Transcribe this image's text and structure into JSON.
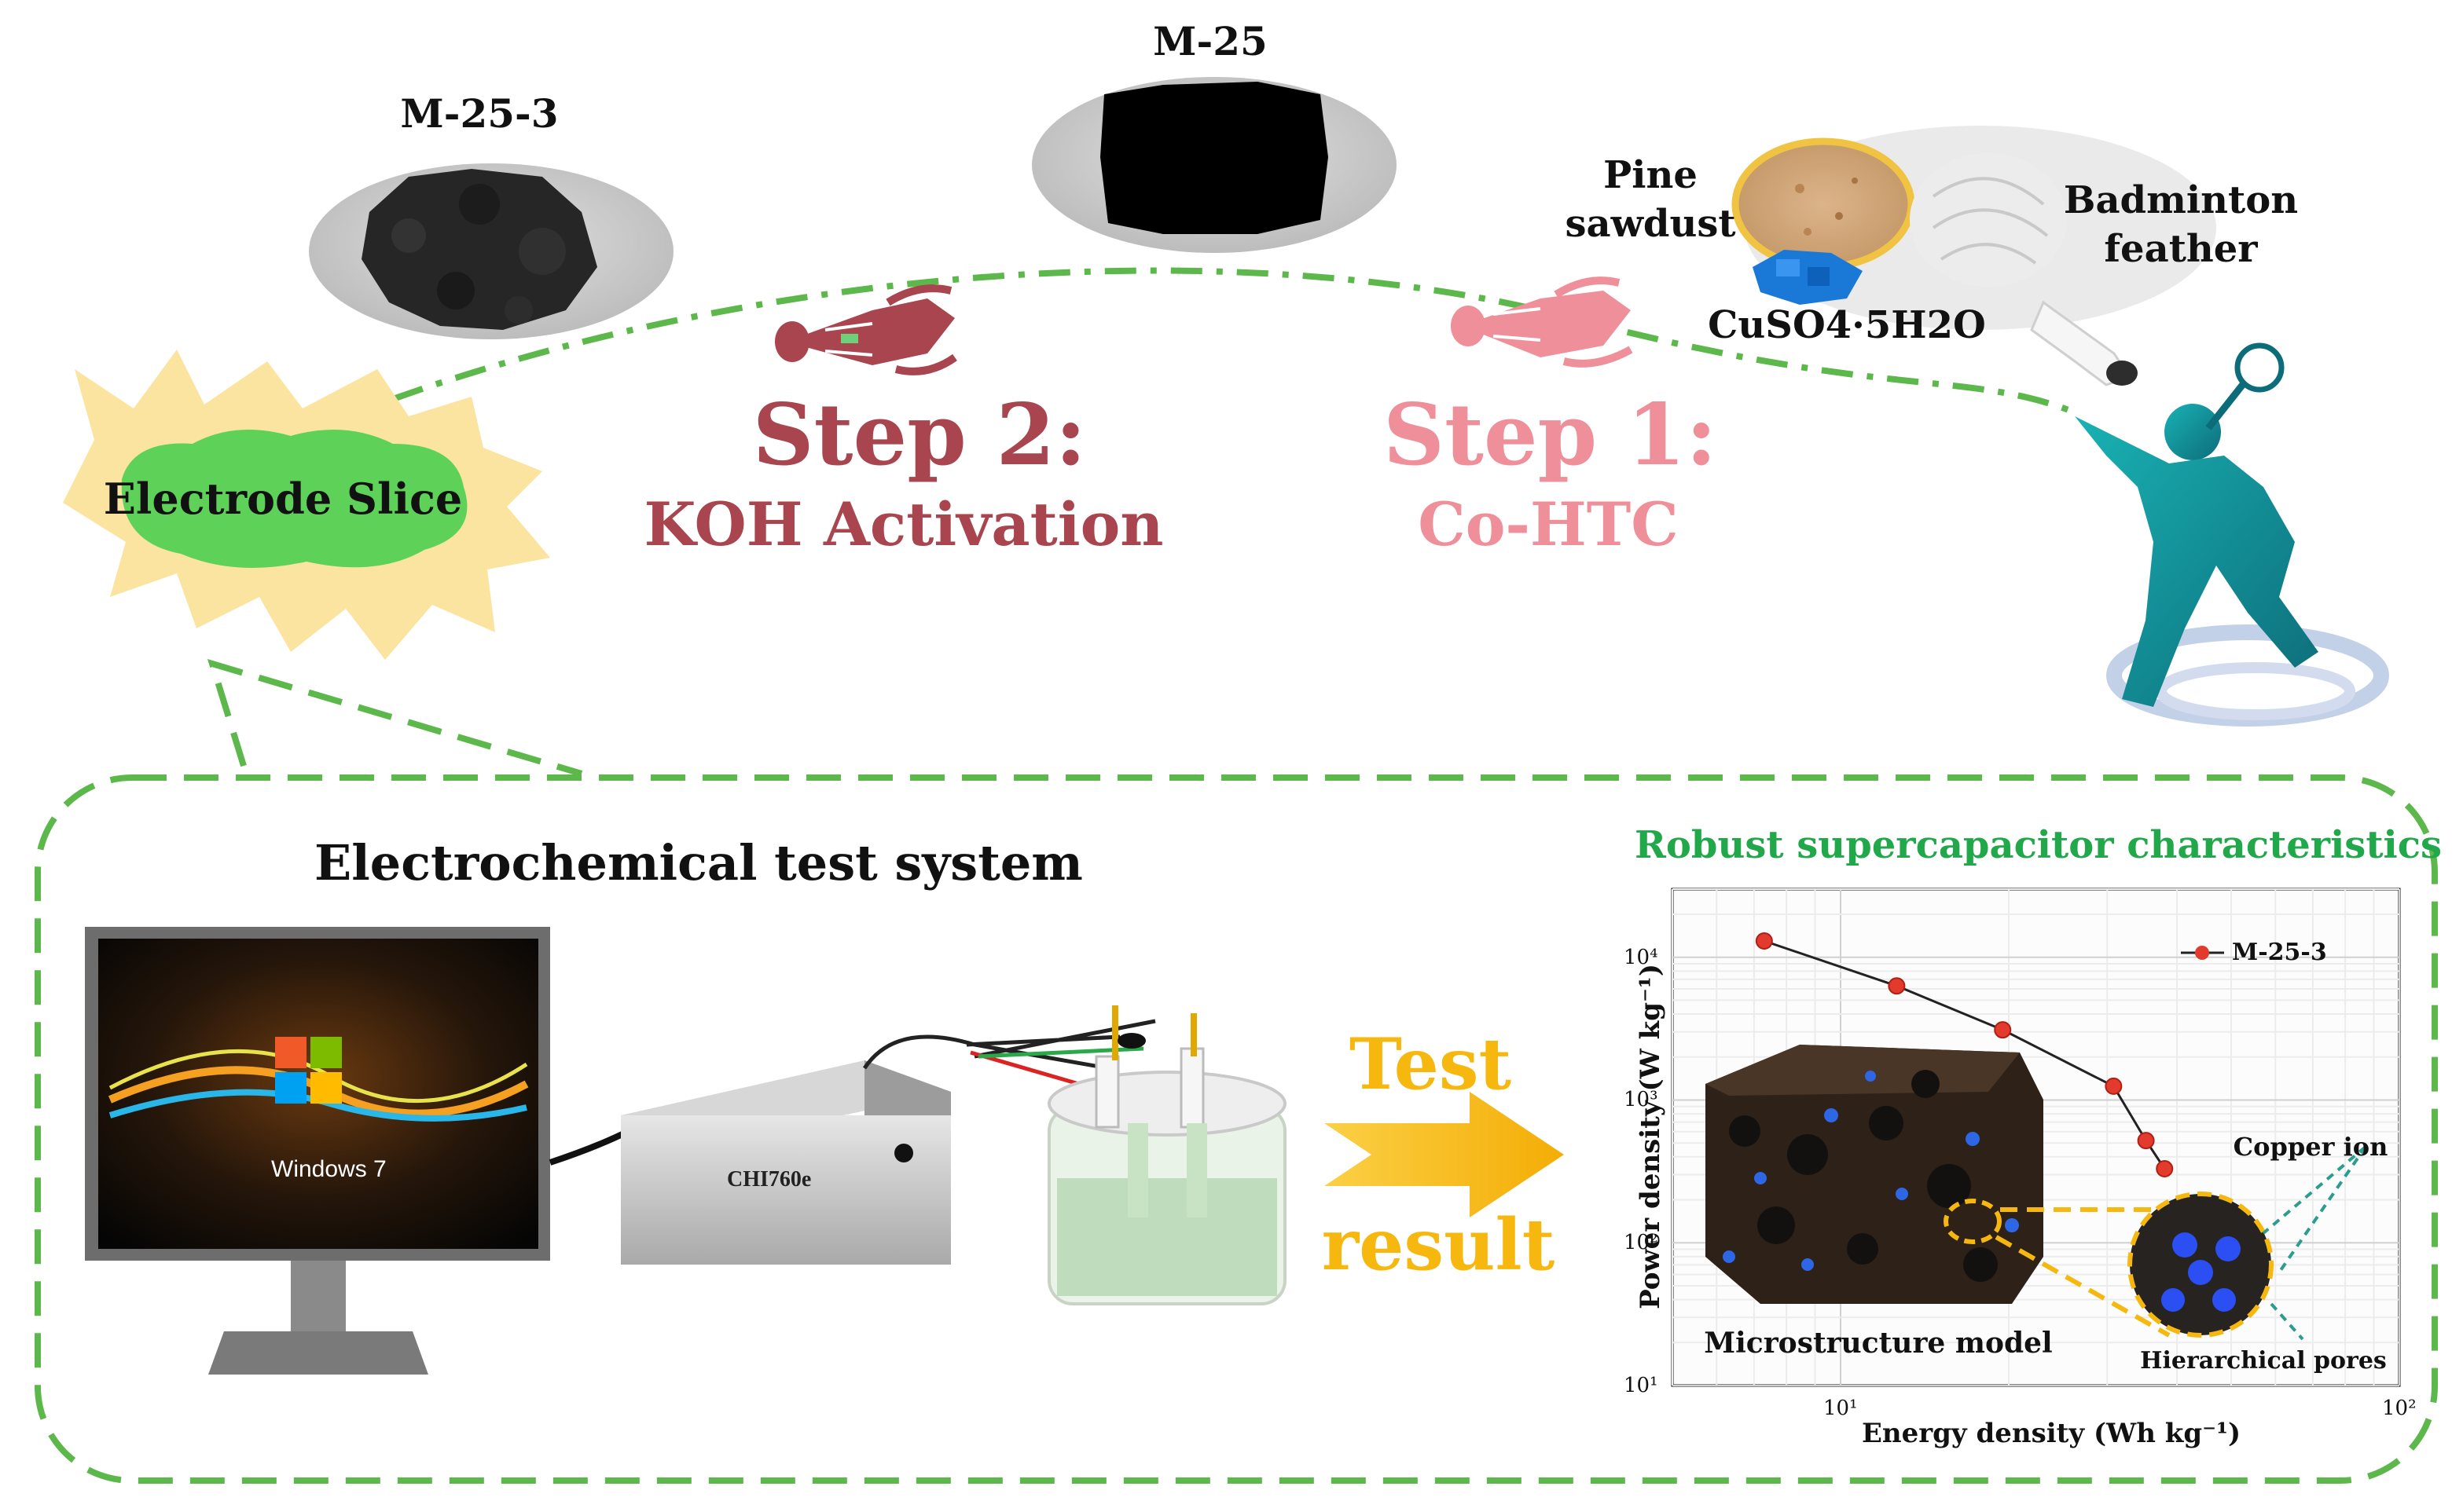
{
  "samples": {
    "m25_3": "M-25-3",
    "m25": "M-25",
    "pine": "Pine sawdust",
    "feather": "Badminton feather",
    "cuso4": "CuSO4·5H2O"
  },
  "steps": {
    "step2_title": "Step 2:",
    "step2_subtitle": "KOH Activation",
    "step1_title": "Step 1:",
    "step1_subtitle": "Co-HTC"
  },
  "electrode": "Electrode Slice",
  "test_system": {
    "title": "Electrochemical test system",
    "monitor_text": "Windows 7",
    "device_label": "CHI760e"
  },
  "arrow": {
    "line1": "Test",
    "line2": "result"
  },
  "results_title": "Robust supercapacitor characteristics",
  "chart_data": {
    "type": "line",
    "title": "",
    "xlabel": "Energy density (Wh kg⁻¹)",
    "ylabel": "Power density (W kg⁻¹)",
    "xscale": "log",
    "yscale": "log",
    "xlim": [
      5,
      100
    ],
    "ylim": [
      10,
      30000
    ],
    "x_ticks": [
      "10¹",
      "10²"
    ],
    "y_ticks": [
      "10¹",
      "10²",
      "10³",
      "10⁴"
    ],
    "grid": true,
    "legend_position": "top-right",
    "series": [
      {
        "name": "M-25-3",
        "color": "#e23b2e",
        "points": [
          {
            "x": 7.3,
            "y": 13000
          },
          {
            "x": 12.6,
            "y": 6300
          },
          {
            "x": 19.5,
            "y": 3100
          },
          {
            "x": 30.8,
            "y": 1250
          },
          {
            "x": 35.2,
            "y": 520
          },
          {
            "x": 38.0,
            "y": 330
          }
        ]
      }
    ],
    "annotations": [
      "Microstructure model",
      "Copper ion",
      "Hierarchical pores"
    ]
  },
  "colors": {
    "step2": "#a8454e",
    "step1": "#ee8f99",
    "accent_green": "#21a84a",
    "arrow_yellow": "#f6b80e",
    "dashed_green": "#5cb84a"
  }
}
